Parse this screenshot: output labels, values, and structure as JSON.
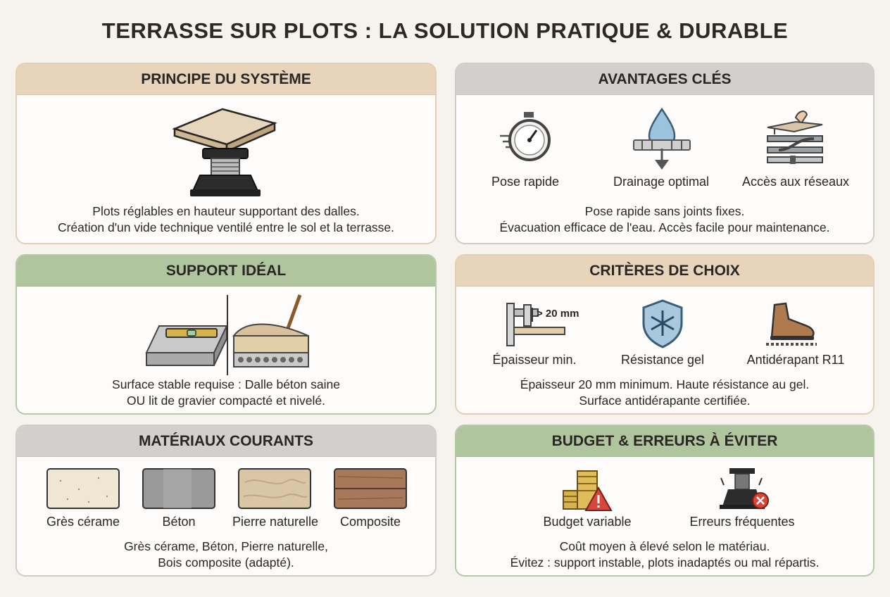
{
  "title": "TERRASSE SUR PLOTS : LA SOLUTION PRATIQUE & DURABLE",
  "principe": {
    "heading": "PRINCIPE DU SYSTÈME",
    "line1": "Plots réglables en hauteur supportant des dalles.",
    "line2": "Création d'un vide technique ventilé entre le sol et la terrasse."
  },
  "avantages": {
    "heading": "AVANTAGES CLÉS",
    "items": [
      {
        "label": "Pose rapide",
        "icon": "stopwatch-icon"
      },
      {
        "label": "Drainage optimal",
        "icon": "water-drop-grate-icon"
      },
      {
        "label": "Accès aux réseaux",
        "icon": "network-access-icon"
      }
    ],
    "line1": "Pose rapide sans joints fixes.",
    "line2": "Évacuation efficace de l'eau. Accès facile pour maintenance."
  },
  "support": {
    "heading": "SUPPORT IDÉAL",
    "line1": "Surface stable requise : Dalle béton saine",
    "line2": "OU lit de gravier compacté et nivelé."
  },
  "criteres": {
    "heading": "CRITÈRES DE CHOIX",
    "measure": "> 20 mm",
    "items": [
      {
        "label": "Épaisseur min.",
        "icon": "caliper-icon"
      },
      {
        "label": "Résistance gel",
        "icon": "snowflake-shield-icon"
      },
      {
        "label": "Antidérapant R11",
        "icon": "shoe-icon"
      }
    ],
    "line1": "Épaisseur 20 mm minimum. Haute résistance au gel.",
    "line2": "Surface antidérapante certifiée."
  },
  "materiaux": {
    "heading": "MATÉRIAUX COURANTS",
    "items": [
      {
        "label": "Grès cérame",
        "color": "#f0e6d4"
      },
      {
        "label": "Béton",
        "color": "#9a9a9a"
      },
      {
        "label": "Pierre naturelle",
        "color": "#d9c6a5"
      },
      {
        "label": "Composite",
        "color": "#a8785a"
      }
    ],
    "line1": "Grès cérame, Béton, Pierre naturelle,",
    "line2": "Bois composite (adapté)."
  },
  "budget": {
    "heading": "BUDGET & ERREURS À ÉVITER",
    "items": [
      {
        "label": "Budget variable",
        "icon": "coins-warning-icon"
      },
      {
        "label": "Erreurs fréquentes",
        "icon": "pedestal-error-icon"
      }
    ],
    "line1": "Coût moyen à élevé selon le matériau.",
    "line2": "Évitez : support instable, plots inadaptés ou mal répartis."
  },
  "colors": {
    "beige": "#e7d4bb",
    "gray": "#d2d0cc",
    "green": "#aec59d",
    "warning": "#d9453a"
  }
}
